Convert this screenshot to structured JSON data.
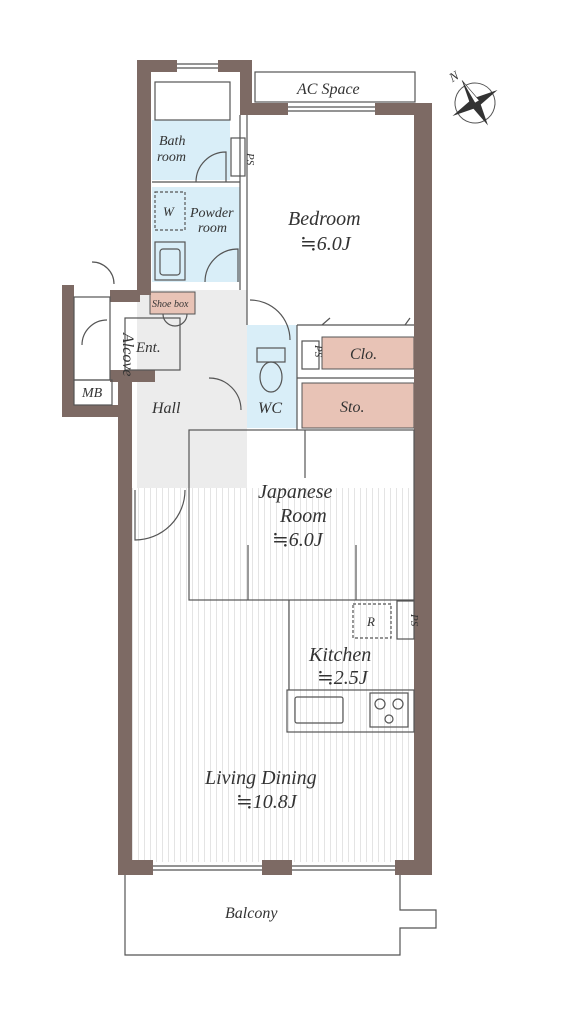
{
  "rooms": {
    "ac_space": "AC Space",
    "bath_line1": "Bath",
    "bath_line2": "room",
    "ps": "PS",
    "washer": "W",
    "powder_line1": "Powder",
    "powder_line2": "room",
    "bedroom_name": "Bedroom",
    "bedroom_size": "≒6.0J",
    "shoe_box": "Shoe box",
    "alcove": "Alcove",
    "entrance": "Ent.",
    "mb": "MB",
    "closet": "Clo.",
    "wc": "WC",
    "hall": "Hall",
    "storage": "Sto.",
    "japanese_line1": "Japanese",
    "japanese_line2": "Room",
    "japanese_size": "≒6.0J",
    "refrigerator": "R",
    "kitchen_name": "Kitchen",
    "kitchen_size": "≒2.5J",
    "living_name": "Living Dining",
    "living_size": "≒10.8J",
    "balcony": "Balcony"
  },
  "compass": {
    "north": "N"
  },
  "colors": {
    "wall": "#7d6a64",
    "wet_area": "#d9eef8",
    "storage_fill": "#e8c3b6",
    "hall_floor": "#ececec",
    "line": "#555555"
  }
}
